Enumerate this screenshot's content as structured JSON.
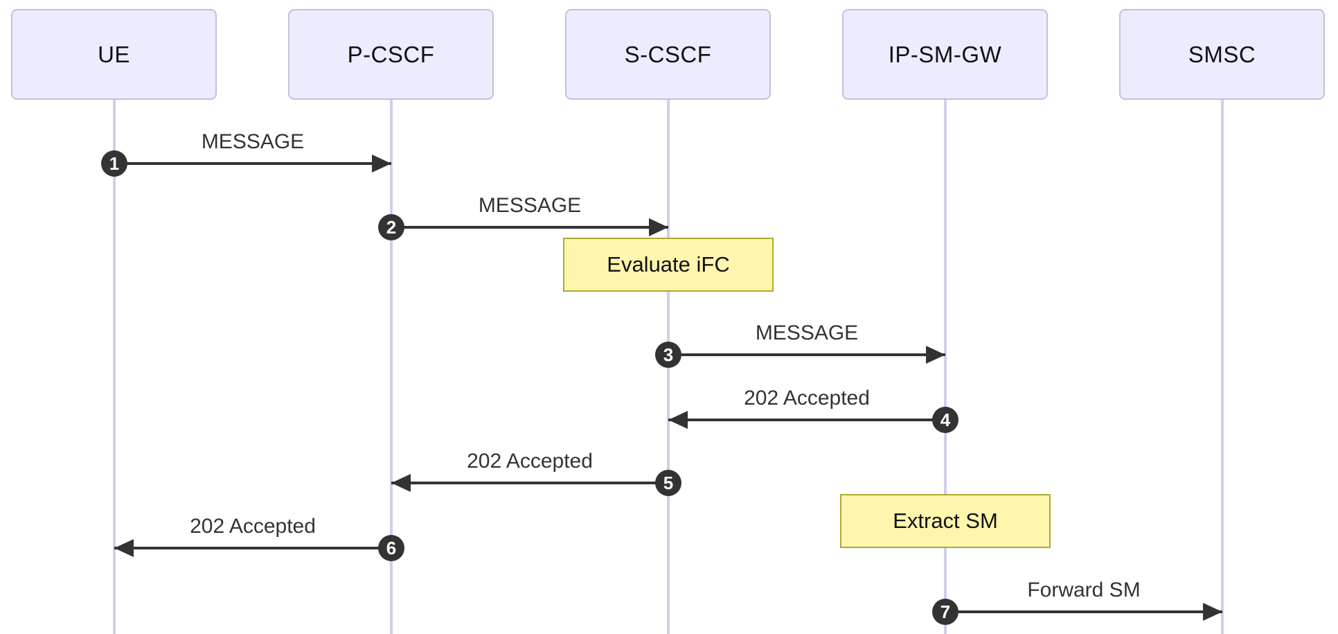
{
  "diagram": {
    "kind": "sequence-diagram",
    "actors": [
      {
        "id": "UE",
        "label": "UE"
      },
      {
        "id": "P-CSCF",
        "label": "P-CSCF"
      },
      {
        "id": "S-CSCF",
        "label": "S-CSCF"
      },
      {
        "id": "IP-SM-GW",
        "label": "IP-SM-GW"
      },
      {
        "id": "SMSC",
        "label": "SMSC"
      }
    ],
    "messages": [
      {
        "num": "1",
        "from": "UE",
        "to": "P-CSCF",
        "label": "MESSAGE",
        "direction": "right"
      },
      {
        "num": "2",
        "from": "P-CSCF",
        "to": "S-CSCF",
        "label": "MESSAGE",
        "direction": "right"
      },
      {
        "num": "3",
        "from": "S-CSCF",
        "to": "IP-SM-GW",
        "label": "MESSAGE",
        "direction": "right"
      },
      {
        "num": "4",
        "from": "IP-SM-GW",
        "to": "S-CSCF",
        "label": "202 Accepted",
        "direction": "left"
      },
      {
        "num": "5",
        "from": "S-CSCF",
        "to": "P-CSCF",
        "label": "202 Accepted",
        "direction": "left"
      },
      {
        "num": "6",
        "from": "P-CSCF",
        "to": "UE",
        "label": "202 Accepted",
        "direction": "left"
      },
      {
        "num": "7",
        "from": "IP-SM-GW",
        "to": "SMSC",
        "label": "Forward SM",
        "direction": "right"
      }
    ],
    "notes": [
      {
        "label": "Evaluate iFC",
        "over": "S-CSCF"
      },
      {
        "label": "Extract SM",
        "over": "IP-SM-GW"
      }
    ],
    "colors": {
      "actor_fill": "#ECECFF",
      "actor_border": "#c4bede",
      "lifeline": "#d3cdea",
      "message": "#333333",
      "number_circle_fill": "#333333",
      "number_circle_text": "#ffffff",
      "note_fill": "#fff5ad",
      "note_border": "#aaaa33"
    }
  }
}
